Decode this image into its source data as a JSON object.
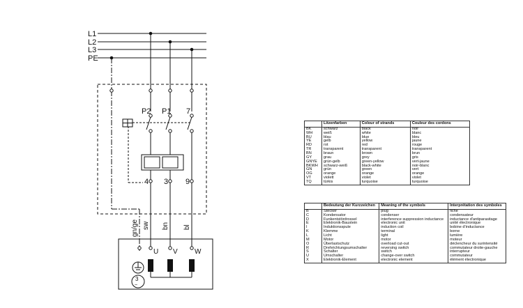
{
  "diagram": {
    "lines": [
      "L1",
      "L2",
      "L3",
      "PE"
    ],
    "contacts": [
      "P2",
      "P1",
      "7"
    ],
    "terminals": [
      "4",
      "3",
      "9"
    ],
    "wires": [
      "sw",
      "bn",
      "bl"
    ],
    "pe_wire": "gn/ge",
    "motor_terminals": [
      "U",
      "V",
      "W"
    ]
  },
  "colors_table": {
    "headers": [
      "",
      "Litzenfarben",
      "Colour of strands",
      "Couleur des cordons"
    ],
    "rows": [
      [
        "BK",
        "schwarz",
        "black",
        "noir"
      ],
      [
        "WH",
        "weiß",
        "white",
        "blanc"
      ],
      [
        "BU",
        "blau",
        "blue",
        "bleu"
      ],
      [
        "YE",
        "gelb",
        "yellow",
        "jaune"
      ],
      [
        "RD",
        "rot",
        "red",
        "rouge"
      ],
      [
        "TR",
        "transparent",
        "transparent",
        "transparent"
      ],
      [
        "BN",
        "braun",
        "brown",
        "brun"
      ],
      [
        "GY",
        "grau",
        "grey",
        "gris"
      ],
      [
        "GNYE",
        "grün-gelb",
        "green-yellow",
        "vert-jaune"
      ],
      [
        "BKWH",
        "schwarz-weiß",
        "black-white",
        "noir-blanc"
      ],
      [
        "GN",
        "grün",
        "green",
        "vert"
      ],
      [
        "OG",
        "orange",
        "orange",
        "orange"
      ],
      [
        "VT",
        "violett",
        "violet",
        "violet"
      ],
      [
        "TQ",
        "türkis",
        "turquoise",
        "turquoise"
      ]
    ]
  },
  "symbols_table": {
    "headers": [
      "",
      "Bedeutung der Kurzzeichen",
      "Meaning of the symbols",
      "Interprétation des symboles"
    ],
    "rows": [
      [
        "B",
        "Stecker",
        "plug",
        "fiche"
      ],
      [
        "C",
        "Kondensator",
        "condenser",
        "condensateur"
      ],
      [
        "D",
        "Funkentstördrossel",
        "interference suppression inductance",
        "inductance d'antiparasitage"
      ],
      [
        "E",
        "Elektronik-Baustein",
        "electronic unit",
        "unité électronique"
      ],
      [
        "I",
        "Induktionsspule",
        "induction coil",
        "bobine d'inductance"
      ],
      [
        "K",
        "Klemme",
        "terminal",
        "borne"
      ],
      [
        "L",
        "Licht",
        "light",
        "lumière"
      ],
      [
        "M",
        "Motor",
        "motor",
        "moteur"
      ],
      [
        "O",
        "Überlastschutz",
        "overload cut-out",
        "déclencheur du surintensité"
      ],
      [
        "R",
        "Drehrichtungsumschalter",
        "reversing switch",
        "commutateur droite-gauche"
      ],
      [
        "S",
        "Schalter",
        "switch",
        "interrupteur"
      ],
      [
        "U",
        "Umschalter",
        "change-over switch",
        "commutateur"
      ],
      [
        "X",
        "Elektronik-Element",
        "electronic element",
        "élément électronique"
      ]
    ]
  }
}
